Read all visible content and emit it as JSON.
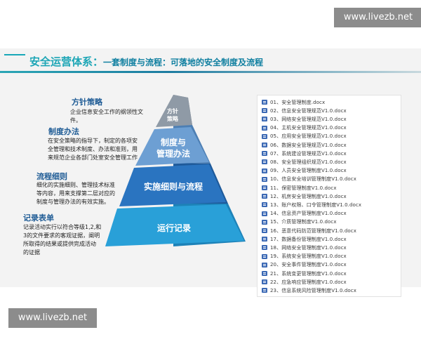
{
  "watermark": {
    "top": "www.livezb.net",
    "bottom": "www.livezb.net"
  },
  "slide": {
    "title_main": "安全运营体系：",
    "title_sub": "一套制度与流程：可落地的安全制度及流程"
  },
  "sections": [
    {
      "title": "方针策略",
      "desc": [
        "企业信息安全工作的纲领性文",
        "件。"
      ]
    },
    {
      "title": "制度办法",
      "desc": [
        "在安全策略的指导下，制定的各项安",
        "全管理和技术制度、办法和准则，用",
        "来规范企业各部门处室安全管理工作"
      ]
    },
    {
      "title": "流程细则",
      "desc": [
        "细化的实施细则、管理技术标准",
        "等内容，用来支撑第二层对应的",
        "制度与管理办法的有效实施。"
      ]
    },
    {
      "title": "记录表单",
      "desc": [
        "记录活动实行以符合等级1,2,和",
        "3的文件要求的客观证据，阐明",
        "所取得的结果或提供完成活动",
        "的证据"
      ]
    }
  ],
  "pyramid": {
    "levels": [
      "方针\n策略",
      "制度与\n管理办法",
      "实施细则与流程",
      "运行记录"
    ],
    "colors": [
      "#8f9aa6",
      "#6d9fd3",
      "#2a74c0",
      "#29a0d8"
    ]
  },
  "files": [
    "01、安全管理制度.docx",
    "02、信息安全管理规范V1.0.docx",
    "03、网络安全管理规范V1.0.docx",
    "04、主机安全管理规范V1.0.docx",
    "05、应用安全管理规范V1.0.docx",
    "06、数据安全管理规范V1.0.docx",
    "07、系统建设管理规范V1.0.docx",
    "08、安全管理组织规范V1.0.docx",
    "09、人员安全管理制度V1.0.docx",
    "10、信息安全培训管理制度V1.0.docx",
    "11、保密管理制度V1.0.docx",
    "12、机房安全管理制度V1.0.docx",
    "13、账户权限、口令管理制度V1.0.docx",
    "14、信息资产管理制度V1.0.docx",
    "15、介质管理制度V1.0.docx",
    "16、恶意代码防范管理制度V1.0.docx",
    "17、数据备份管理制度V1.0.docx",
    "18、网络安全管理制度V1.0.docx",
    "19、系统安全管理制度V1.0.docx",
    "20、安全事件管理制度V1.0.docx",
    "21、系统变更管理制度V1.0.docx",
    "22、应急响应管理制度V1.0.docx",
    "23、信息系统风险管理制度V1.0.docx"
  ]
}
